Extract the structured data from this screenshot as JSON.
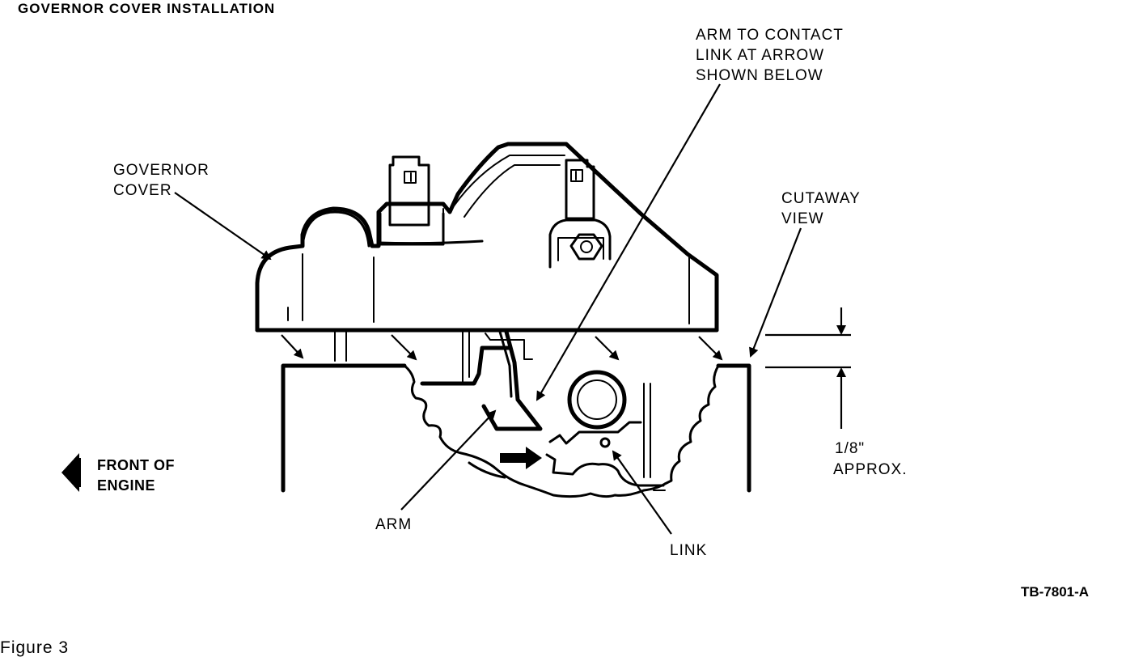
{
  "title": "GOVERNOR COVER INSTALLATION",
  "labels": {
    "arm_to_contact": [
      "ARM TO CONTACT",
      "LINK AT ARROW",
      "SHOWN BELOW"
    ],
    "governor_cover": [
      "GOVERNOR",
      "COVER"
    ],
    "cutaway_view": [
      "CUTAWAY",
      "VIEW"
    ],
    "front_of_engine": [
      "FRONT OF",
      "ENGINE"
    ],
    "clearance": [
      "1/8\"",
      "APPROX."
    ],
    "arm": "ARM",
    "link": "LINK"
  },
  "reference_code": "TB-7801-A",
  "figure_caption": "Figure 3",
  "icons": {
    "front_arrow": "left-pointing-arrow-icon",
    "dimension_arrows": "down-and-up-arrow-icon"
  },
  "colors": {
    "ink": "#000000",
    "background": "#ffffff"
  }
}
